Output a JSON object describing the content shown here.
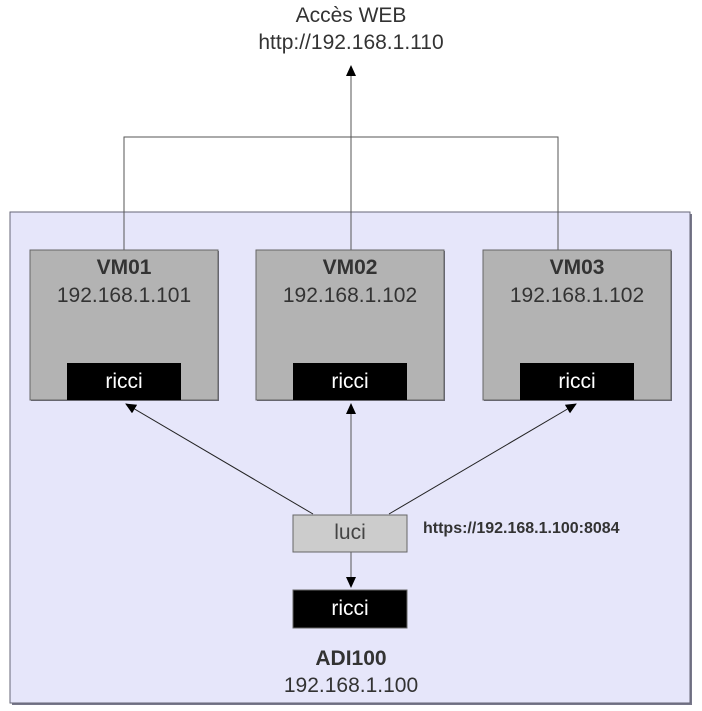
{
  "web_access": {
    "title": "Accès WEB",
    "url": "http://192.168.1.110"
  },
  "vms": [
    {
      "name": "VM01",
      "ip": "192.168.1.101",
      "service": "ricci"
    },
    {
      "name": "VM02",
      "ip": "192.168.1.102",
      "service": "ricci"
    },
    {
      "name": "VM03",
      "ip": "192.168.1.102",
      "service": "ricci"
    }
  ],
  "host": {
    "name": "ADI100",
    "ip": "192.168.1.100",
    "luci_label": "luci",
    "luci_url": "https://192.168.1.100:8084",
    "ricci_label": "ricci"
  },
  "colors": {
    "host_fill": "#e6e6fa",
    "vm_fill": "#b3b3b3",
    "luci_fill": "#cccccc",
    "ricci_fill": "#000000",
    "border": "#666677",
    "text": "#333333"
  }
}
